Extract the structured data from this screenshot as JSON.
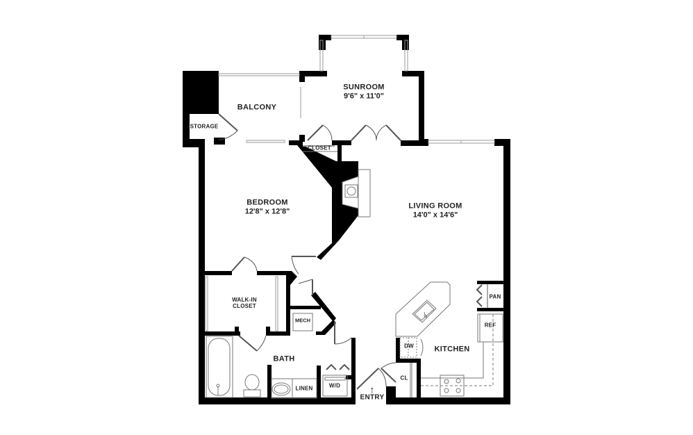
{
  "floorplan": {
    "rooms": [
      {
        "id": "sunroom",
        "name": "SUNROOM",
        "dimensions": "9'6\" x 11'0\""
      },
      {
        "id": "balcony",
        "name": "BALCONY"
      },
      {
        "id": "storage",
        "name": "STORAGE"
      },
      {
        "id": "closet",
        "name": "CLOSET"
      },
      {
        "id": "bedroom",
        "name": "BEDROOM",
        "dimensions": "12'8\" x 12'8\""
      },
      {
        "id": "living-room",
        "name": "LIVING ROOM",
        "dimensions": "14'0\" x 14'6\""
      },
      {
        "id": "walk-in-closet",
        "name": "WALK-IN",
        "name2": "CLOSET"
      },
      {
        "id": "mech",
        "name": "MECH"
      },
      {
        "id": "bath",
        "name": "BATH"
      },
      {
        "id": "linen",
        "name": "LINEN"
      },
      {
        "id": "wd",
        "name": "W/D"
      },
      {
        "id": "kitchen",
        "name": "KITCHEN"
      },
      {
        "id": "pan",
        "name": "PAN"
      },
      {
        "id": "ref",
        "name": "REF"
      },
      {
        "id": "dw",
        "name": "DW"
      },
      {
        "id": "cl",
        "name": "CL"
      }
    ],
    "entry": {
      "label": "ENTRY",
      "arrow": "↑"
    },
    "colors": {
      "wall": "#000000",
      "window": "#9a9a9a",
      "fixture": "#777777",
      "background": "#ffffff"
    }
  }
}
